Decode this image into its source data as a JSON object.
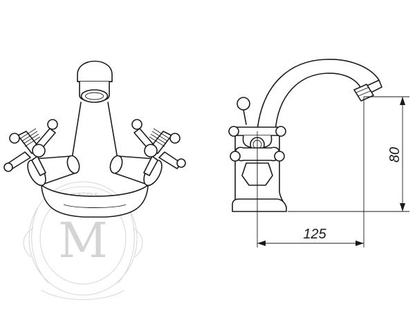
{
  "drawing": {
    "dimension_height": {
      "value": "80"
    },
    "dimension_width": {
      "value": "125"
    }
  },
  "watermark": {
    "monogram": "M",
    "brand_fragment": "AGNOL"
  },
  "colors": {
    "line": "#1a1a1a",
    "watermark": "#d9d9d9",
    "background": "#ffffff"
  }
}
